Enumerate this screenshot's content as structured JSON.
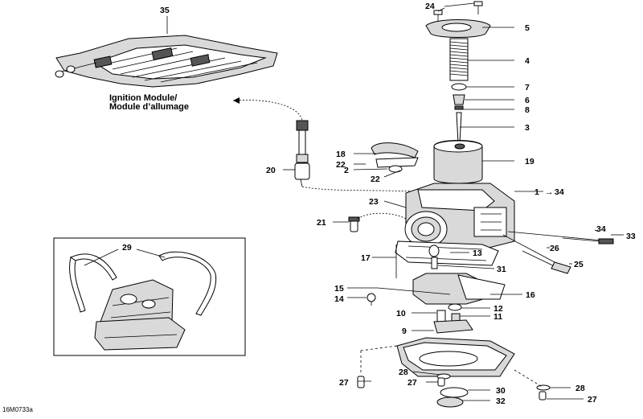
{
  "diagram": {
    "drawing_code": "16M0733a",
    "ignition_label_line1": "Ignition Module/",
    "ignition_label_line2": "Module d’allumage",
    "callouts": {
      "c35": "35",
      "c24": "24",
      "c5": "5",
      "c4": "4",
      "c7": "7",
      "c6": "6",
      "c8": "8",
      "c3": "3",
      "c19": "19",
      "c18": "18",
      "c22a": "22",
      "c2": "2",
      "c22b": "22",
      "c20": "20",
      "c1": "1",
      "c1_ref": "34",
      "c23": "23",
      "c21": "21",
      "c34": "34",
      "c33": "33",
      "c26": "26",
      "c25": "25",
      "c29": "29",
      "c17": "17",
      "c13": "13",
      "c31": "31",
      "c15": "15",
      "c16": "16",
      "c14": "14",
      "c12": "12",
      "c10": "10",
      "c11": "11",
      "c9": "9",
      "c28a": "28",
      "c27a": "27",
      "c30": "30",
      "c27b": "27",
      "c32": "32",
      "c28b": "28",
      "c27c": "27"
    }
  }
}
